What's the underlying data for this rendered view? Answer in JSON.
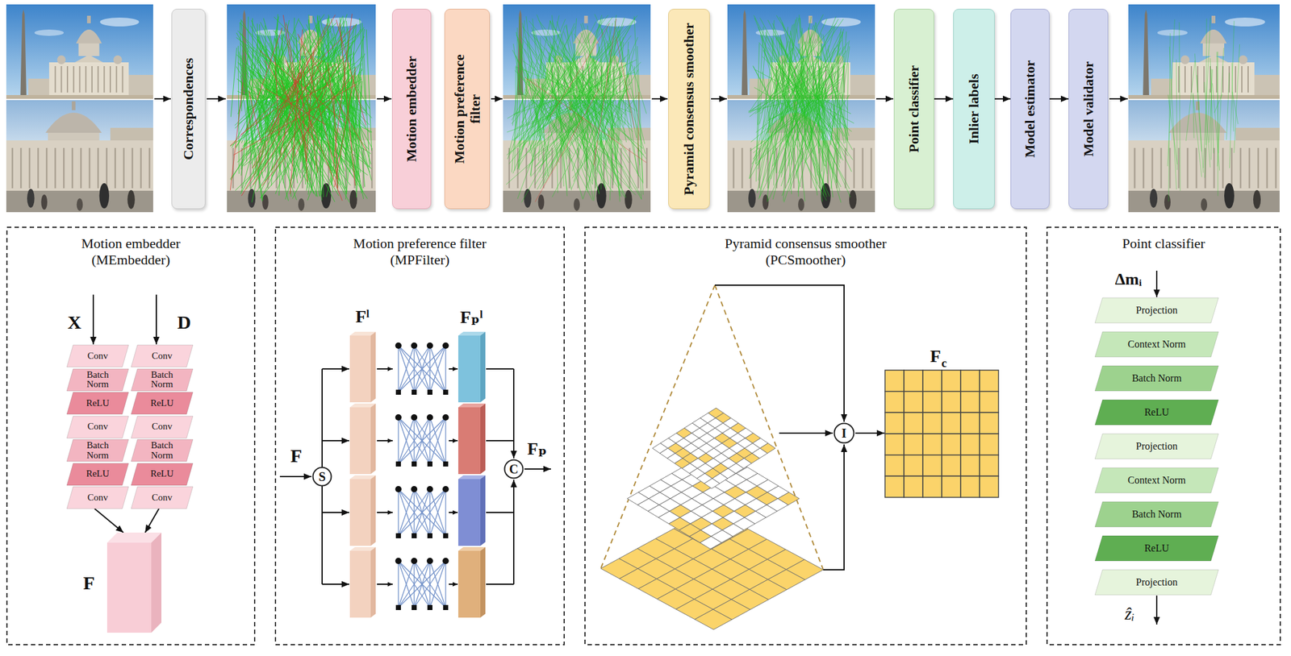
{
  "diagram": {
    "nodes": [
      {
        "text": [
          "Correspondences"
        ]
      },
      {
        "text": [
          "Motion embedder"
        ]
      },
      {
        "text": [
          "Motion preference filter"
        ]
      },
      {
        "text": [
          "Pyramid consensus smoother"
        ]
      },
      {
        "text": [
          "Point classifier"
        ]
      },
      {
        "text": [
          "Inlier labels"
        ]
      },
      {
        "text": [
          "Model estimator"
        ]
      },
      {
        "text": [
          "Model validator"
        ]
      },
      {
        "text": [
          "Motion embedder (MEmbedder)"
        ]
      },
      {
        "text": [
          "Conv"
        ],
        "in": 8
      },
      {
        "text": [
          "Batch Norm"
        ],
        "in": 8
      },
      {
        "text": [
          "ReLU"
        ],
        "in": 8
      },
      {
        "text": [
          "Conv"
        ],
        "in": 8
      },
      {
        "text": [
          "Batch Norm"
        ],
        "in": 8
      },
      {
        "text": [
          "ReLU"
        ],
        "in": 8
      },
      {
        "text": [
          "Conv"
        ],
        "in": 8
      },
      {
        "text": [
          "Conv"
        ],
        "in": 8
      },
      {
        "text": [
          "Batch Norm"
        ],
        "in": 8
      },
      {
        "text": [
          "ReLU"
        ],
        "in": 8
      },
      {
        "text": [
          "Conv"
        ],
        "in": 8
      },
      {
        "text": [
          "Batch Norm"
        ],
        "in": 8
      },
      {
        "text": [
          "ReLU"
        ],
        "in": 8
      },
      {
        "text": [
          "Conv"
        ],
        "in": 8
      },
      {
        "text": [
          "F"
        ],
        "in": 8
      },
      {
        "text": [
          "Motion preference filter (MPFilter)"
        ]
      },
      {
        "text": [
          "S"
        ],
        "in": 24
      },
      {
        "text": [
          "C"
        ],
        "in": 24
      },
      {
        "text": [
          "Pyramid consensus smoother (PCSmoother)"
        ]
      },
      {
        "text": [
          "I"
        ],
        "in": 27
      },
      {
        "text": [
          "Point classifier"
        ]
      },
      {
        "text": [
          "Projection"
        ],
        "in": 29
      },
      {
        "text": [
          "Context Norm"
        ],
        "in": 29
      },
      {
        "text": [
          "Batch Norm"
        ],
        "in": 29
      },
      {
        "text": [
          "ReLU"
        ],
        "in": 29
      },
      {
        "text": [
          "Projection"
        ],
        "in": 29
      },
      {
        "text": [
          "Context Norm"
        ],
        "in": 29
      },
      {
        "text": [
          "Batch Norm"
        ],
        "in": 29
      },
      {
        "text": [
          "ReLU"
        ],
        "in": 29
      },
      {
        "text": [
          "Projection"
        ],
        "in": 29
      }
    ],
    "edges": [
      {
        "from": 4,
        "to": 5,
        "arrow": "to"
      },
      {
        "from": 5,
        "to": 6,
        "arrow": "to"
      },
      {
        "from": 6,
        "to": 7,
        "arrow": "to"
      },
      {
        "from": 15,
        "to": 23,
        "arrow": "to"
      },
      {
        "from": 22,
        "to": 23,
        "arrow": "to"
      }
    ],
    "labels": [
      "X",
      "D",
      "F",
      "Fˡ",
      "Fₚˡ",
      "Fₚ",
      "F",
      "c",
      "Δmᵢ",
      "ẑᵢ"
    ]
  }
}
